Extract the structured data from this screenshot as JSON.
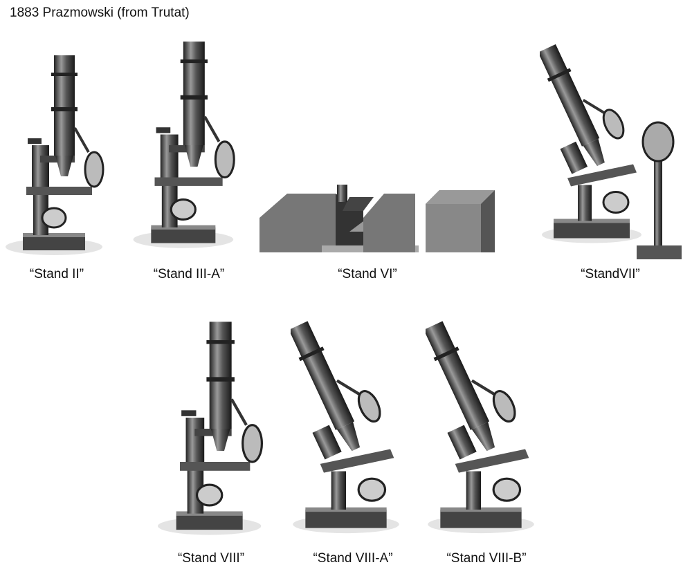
{
  "title": "1883 Prazmowski (from Trutat)",
  "figures": [
    {
      "caption": "“Stand II”"
    },
    {
      "caption": "“Stand III-A”"
    },
    {
      "caption": "“Stand VI”"
    },
    {
      "caption": "“StandVII”"
    },
    {
      "caption": "“Stand VIII”"
    },
    {
      "caption": "“Stand VIII-A”"
    },
    {
      "caption": "“Stand VIII-B”"
    }
  ]
}
